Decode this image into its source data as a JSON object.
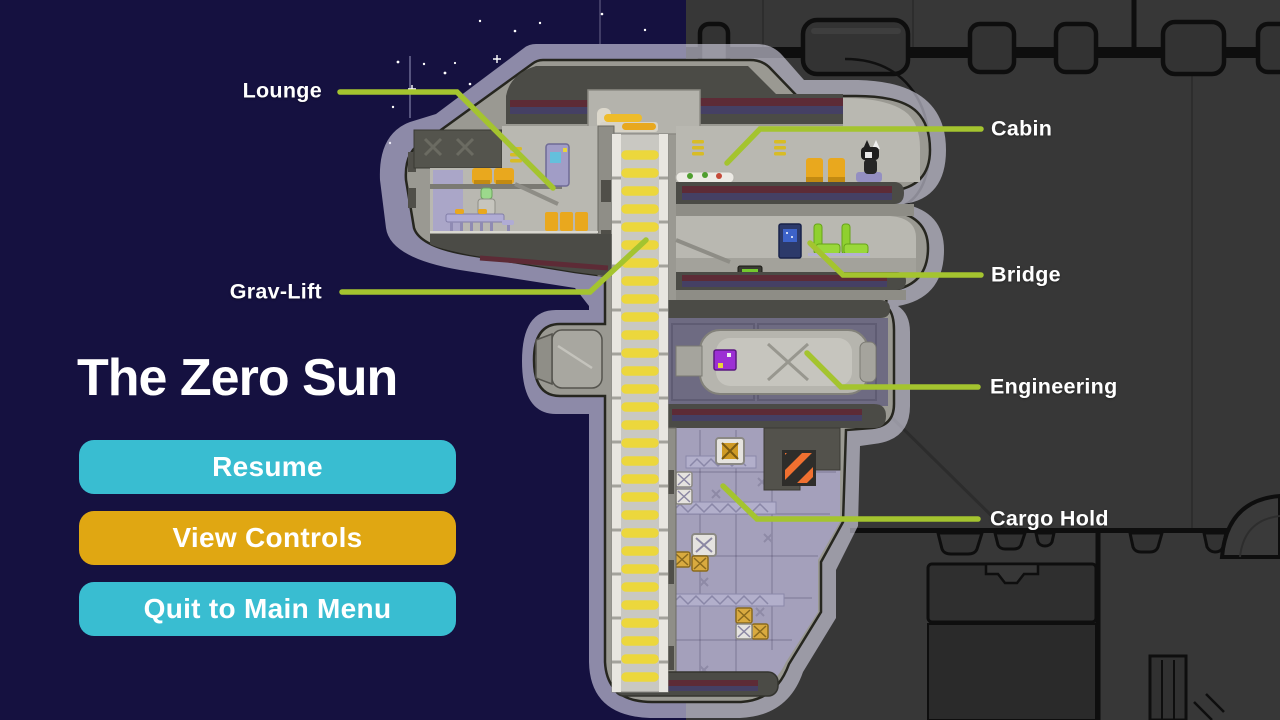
{
  "menu": {
    "title": "The Zero Sun",
    "buttons": [
      {
        "id": "resume",
        "label": "Resume",
        "color": "#39bdd1"
      },
      {
        "id": "view-controls",
        "label": "View Controls",
        "color": "#e0a712"
      },
      {
        "id": "quit-to-main-menu",
        "label": "Quit to Main Menu",
        "color": "#39bdd1"
      }
    ]
  },
  "map": {
    "ship_name": "The Zero Sun",
    "labels": [
      {
        "id": "lounge",
        "text": "Lounge",
        "side": "left"
      },
      {
        "id": "grav-lift",
        "text": "Grav-Lift",
        "side": "left"
      },
      {
        "id": "cabin",
        "text": "Cabin",
        "side": "right"
      },
      {
        "id": "bridge",
        "text": "Bridge",
        "side": "right"
      },
      {
        "id": "engineering",
        "text": "Engineering",
        "side": "right"
      },
      {
        "id": "cargo-hold",
        "text": "Cargo Hold",
        "side": "right"
      }
    ]
  },
  "colors": {
    "background_space": "#151140",
    "background_station": "#373737",
    "accent_cyan": "#39bdd1",
    "accent_yellow": "#e0a712",
    "label_line_green": "#a4c42f",
    "text": "#ffffff"
  }
}
